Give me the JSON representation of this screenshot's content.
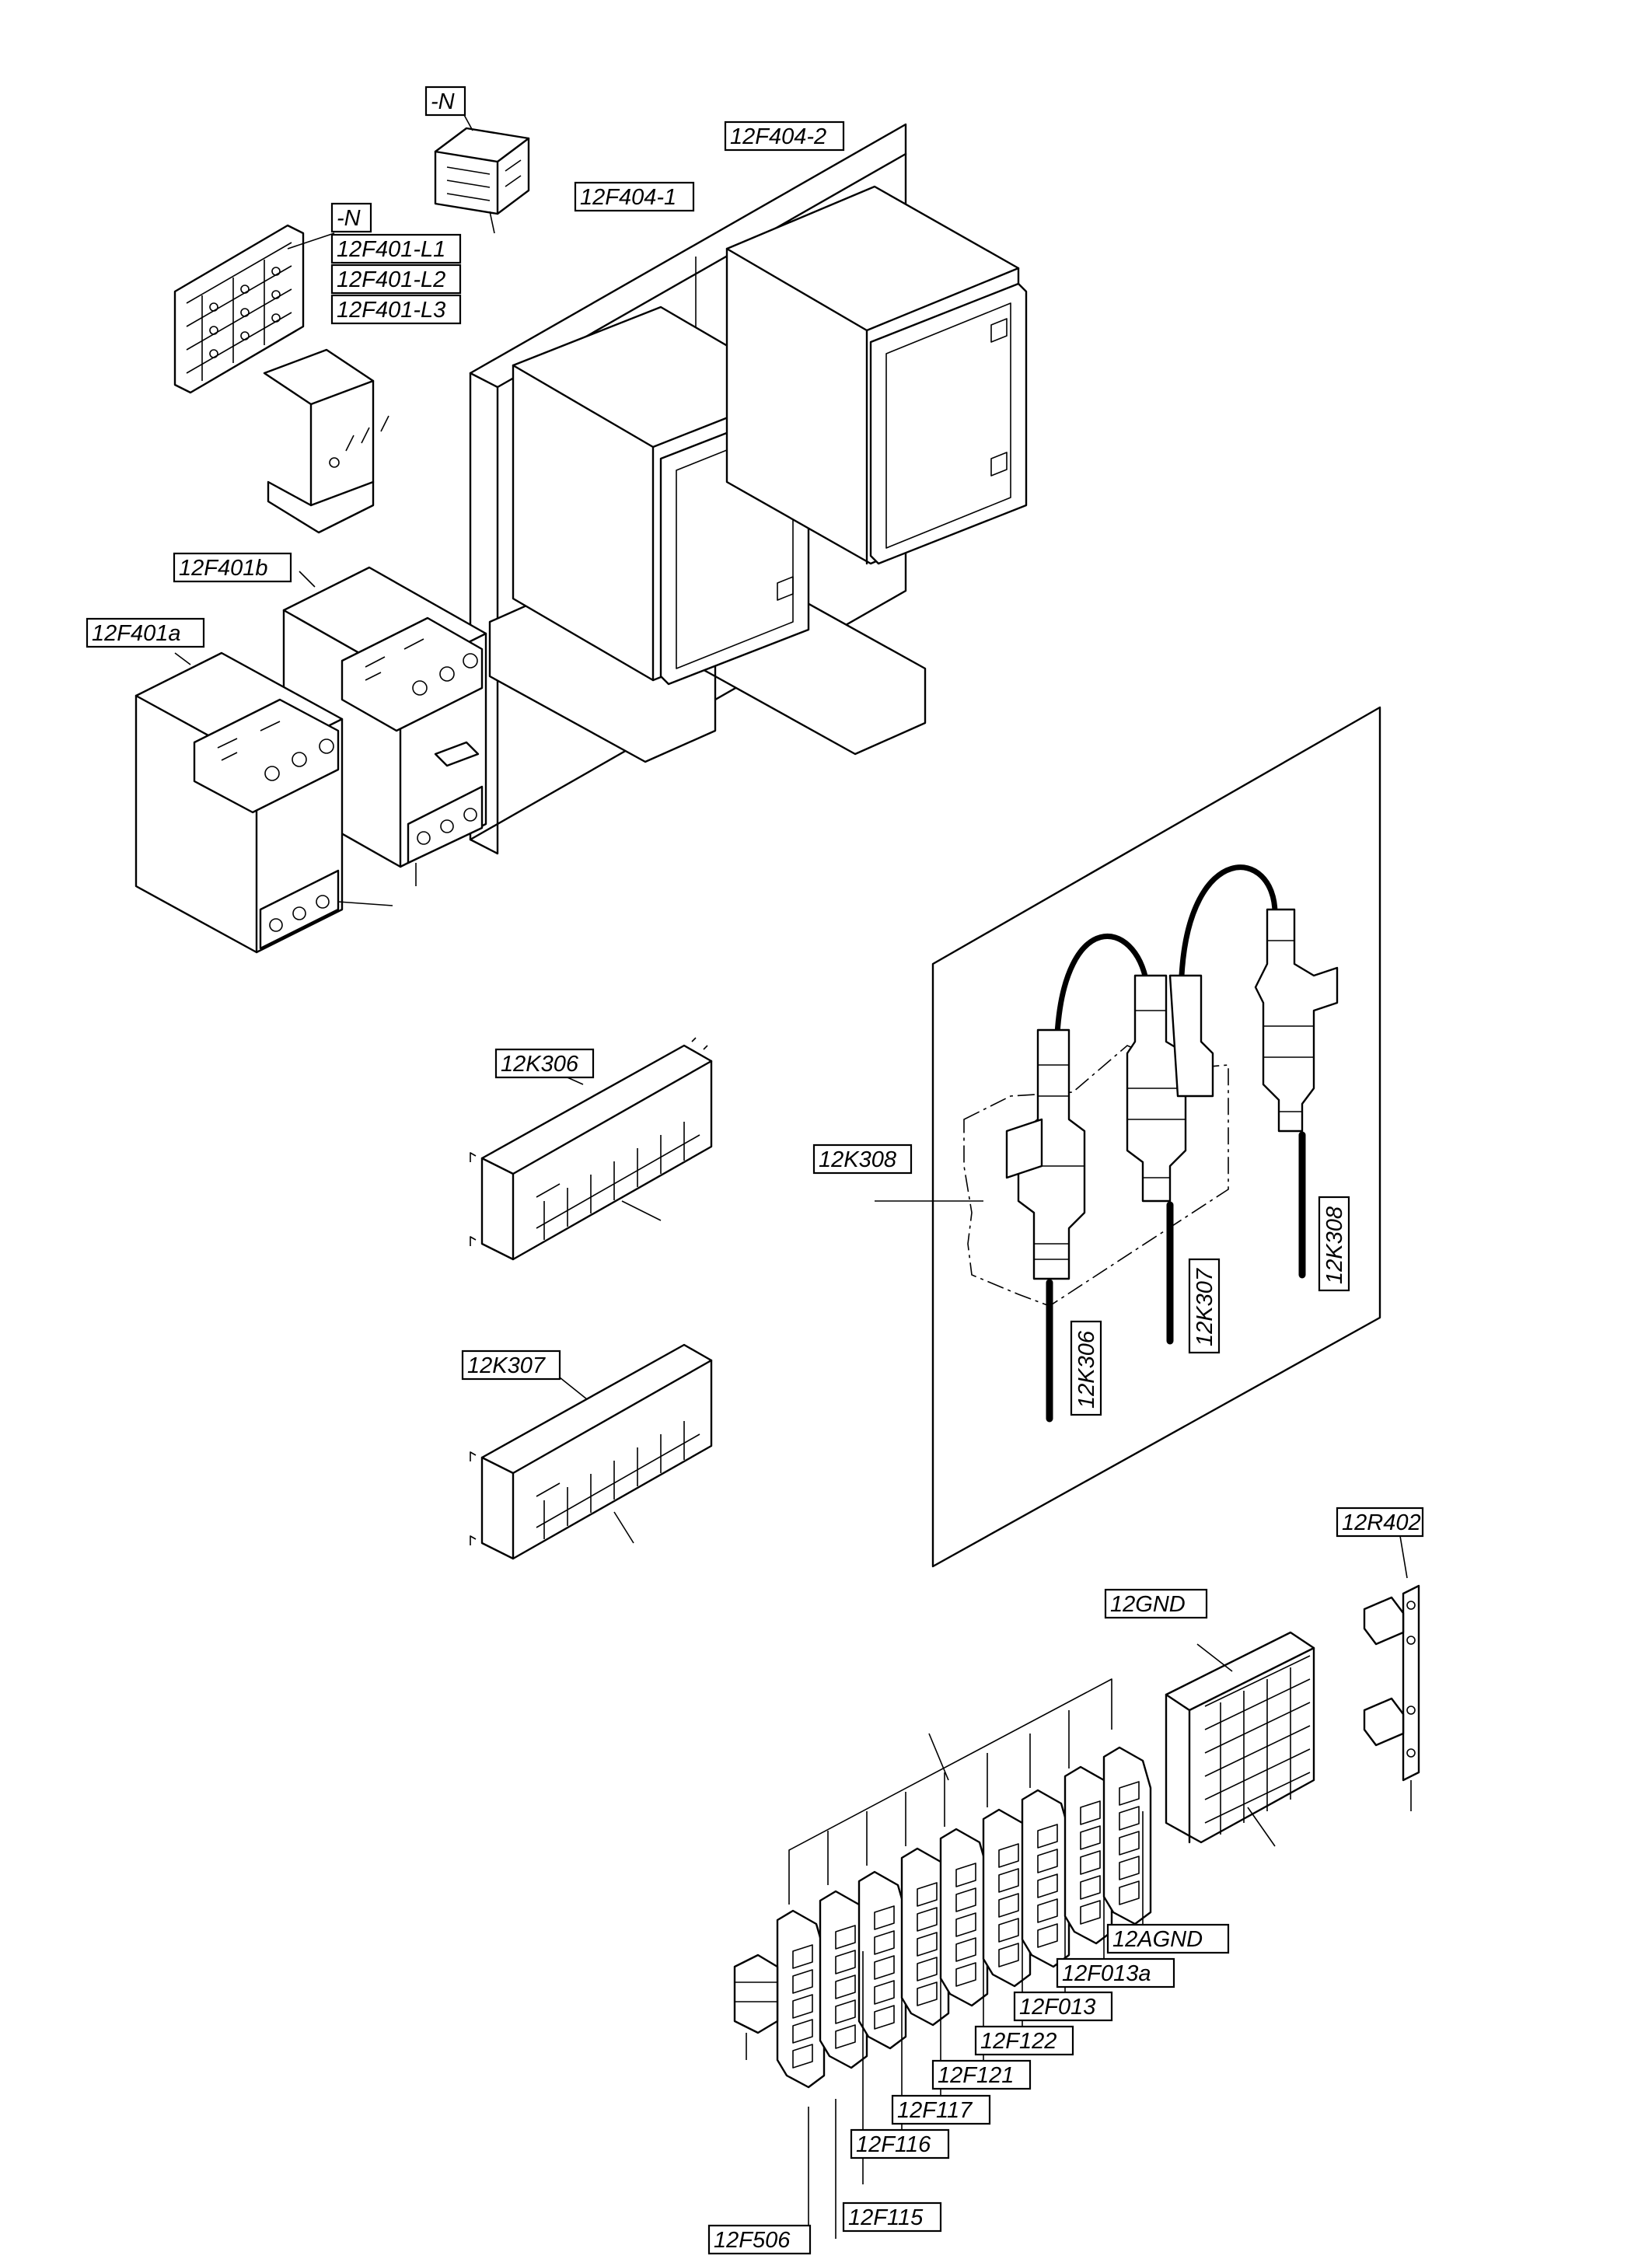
{
  "labels": {
    "n_top": "-N",
    "n_left": "-N",
    "f401_l1": "12F401-L1",
    "f401_l2": "12F401-L2",
    "f401_l3": "12F401-L3",
    "f404_1": "12F404-1",
    "f404_2": "12F404-2",
    "f401b": "12F401b",
    "f401a": "12F401a",
    "k306": "12K306",
    "k307": "12K307",
    "k308": "12K308",
    "k306_v": "12K306",
    "k307_v": "12K307",
    "k308_v": "12K308",
    "r402": "12R402",
    "gnd": "12GND",
    "agnd": "12AGND",
    "f013a": "12F013a",
    "f013": "12F013",
    "f122": "12F122",
    "f121": "12F121",
    "f117": "12F117",
    "f116": "12F116",
    "f115": "12F115",
    "f506": "12F506"
  }
}
